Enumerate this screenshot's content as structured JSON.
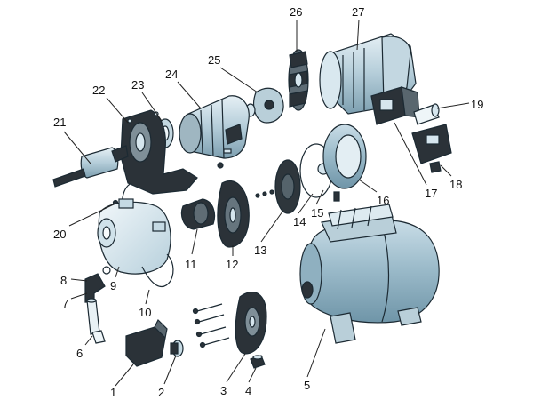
{
  "labels": {
    "n1": "1",
    "n2": "2",
    "n3": "3",
    "n4": "4",
    "n5": "5",
    "n6": "6",
    "n7": "7",
    "n8": "8",
    "n9": "9",
    "n10": "10",
    "n11": "11",
    "n12": "12",
    "n13": "13",
    "n14": "14",
    "n15": "15",
    "n16": "16",
    "n17": "17",
    "n18": "18",
    "n19": "19",
    "n20": "20",
    "n21": "21",
    "n22": "22",
    "n23": "23",
    "n24": "24",
    "n25": "25",
    "n26": "26",
    "n27": "27"
  },
  "colors": {
    "metal_dark": "#2b3238",
    "metal_mid": "#9fb9c6",
    "metal_light": "#d6e6ee",
    "outline": "#1c2a33"
  }
}
